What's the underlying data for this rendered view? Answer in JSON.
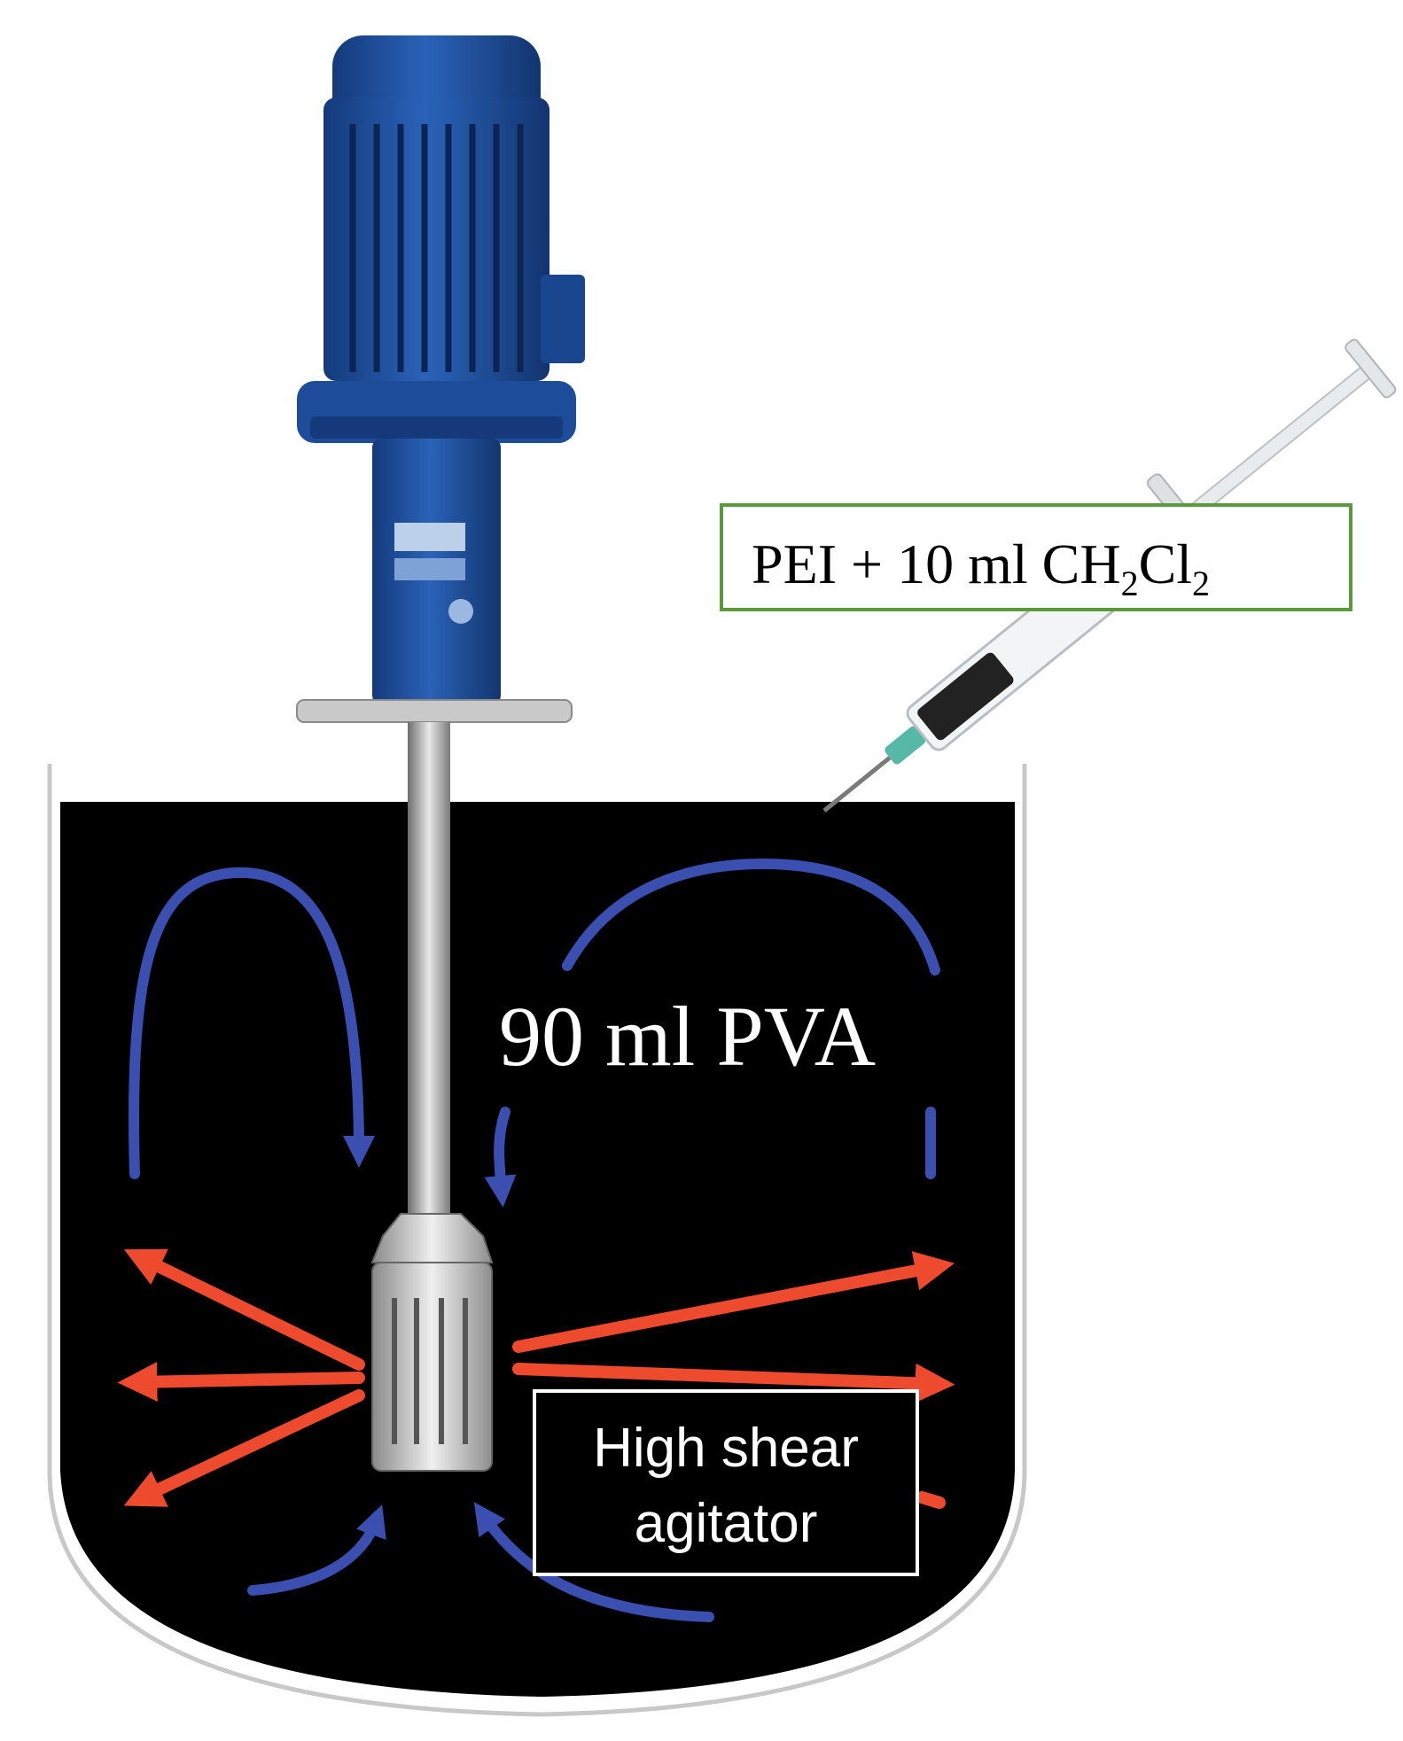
{
  "syringe_label": {
    "prefix": "PEI + 10 ml CH",
    "sub1": "2",
    "mid": "Cl",
    "sub2": "2"
  },
  "tank_label": "90 ml PVA",
  "agitator_label": {
    "line1": "High shear",
    "line2": "agitator"
  },
  "colors": {
    "motor_blue": "#1f4fa0",
    "liquid": "#000000",
    "flow_blue": "#3b4fb0",
    "flow_red": "#ee4a2e",
    "label_border_green": "#5a9a3c",
    "tank_wall": "#c8c8c8"
  },
  "icons": [
    "motor-icon",
    "syringe-icon",
    "impeller-icon"
  ]
}
